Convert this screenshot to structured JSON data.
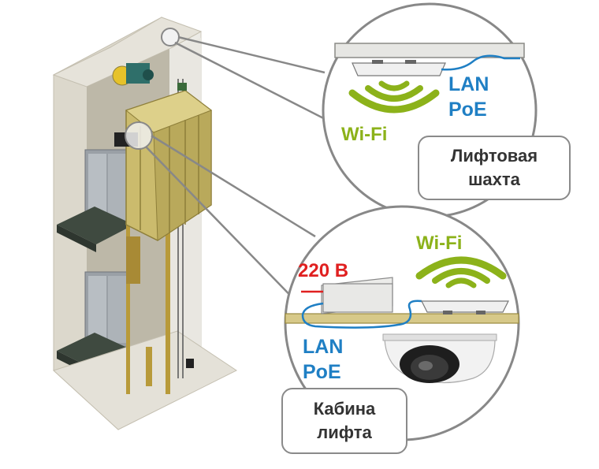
{
  "colors": {
    "wifi": "#8cb21a",
    "lan": "#1f7fc4",
    "voltage": "#e02020",
    "label_text": "#333333",
    "cabin": "#c9b86a",
    "wall": "#d9d5c9"
  },
  "shaft_callout": {
    "wifi_label": "Wi-Fi",
    "lan_label": "LAN",
    "poe_label": "PoE",
    "caption_line1": "Лифтовая",
    "caption_line2": "шахта",
    "icons": [
      "wifi-access-point-icon",
      "wifi-signal-icon"
    ]
  },
  "cabin_callout": {
    "voltage_label": "220 В",
    "wifi_label": "Wi-Fi",
    "lan_label": "LAN",
    "poe_label": "PoE",
    "caption_line1": "Кабина",
    "caption_line2": "лифта",
    "icons": [
      "power-supply-box-icon",
      "wifi-access-point-icon",
      "wifi-signal-icon",
      "dome-camera-icon"
    ]
  }
}
